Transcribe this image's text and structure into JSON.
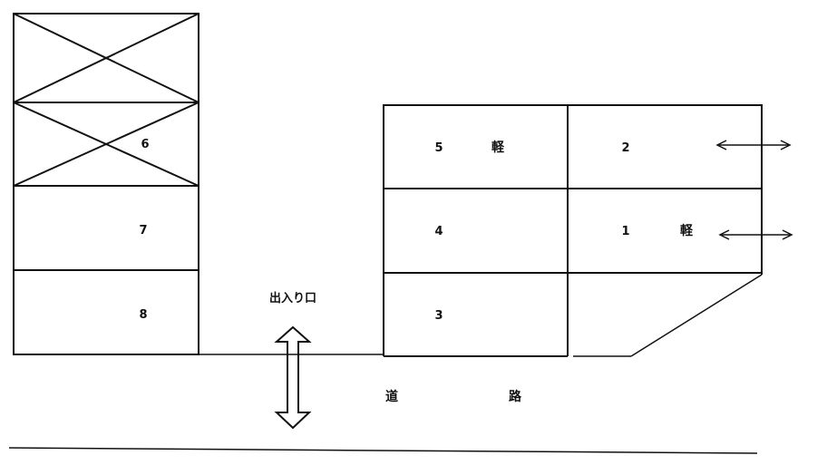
{
  "left_block": {
    "slots": [
      {
        "label": "",
        "unavailable": true
      },
      {
        "label": "6",
        "unavailable": true
      },
      {
        "label": "7",
        "unavailable": false
      },
      {
        "label": "8",
        "unavailable": false
      }
    ]
  },
  "right_block": {
    "slots": [
      {
        "id": "5",
        "label": "5",
        "kei": "軽"
      },
      {
        "id": "2",
        "label": "2",
        "kei": ""
      },
      {
        "id": "4",
        "label": "4",
        "kei": ""
      },
      {
        "id": "1",
        "label": "1",
        "kei": "軽"
      },
      {
        "id": "3",
        "label": "3",
        "kei": ""
      }
    ]
  },
  "entrance_label": "出入り口",
  "road": {
    "char_1": "道",
    "char_2": "路"
  },
  "colors": {
    "line": "#111111",
    "background": "#ffffff"
  }
}
